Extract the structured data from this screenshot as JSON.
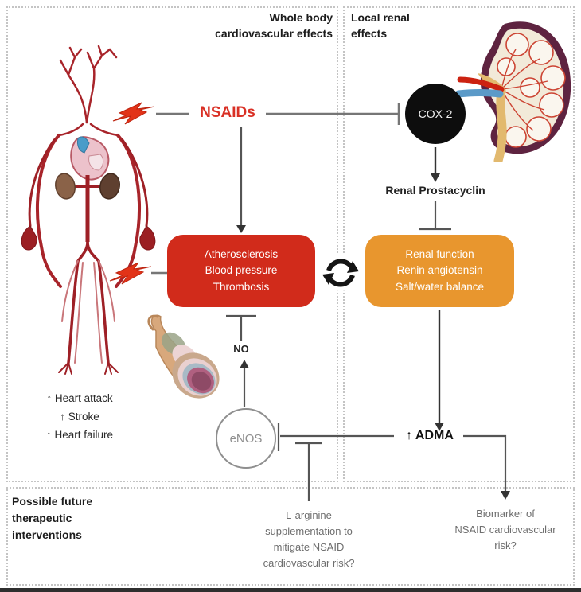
{
  "figure": {
    "panel_cardio_header": [
      "Whole body",
      "cardiovascular effects"
    ],
    "panel_renal_header": [
      "Local renal",
      "effects"
    ],
    "panel_future_header": [
      "Possible future",
      "therapeutic",
      "interventions"
    ]
  },
  "nodes": {
    "nsaids_label": "NSAIDs",
    "cox2_label": "COX-2",
    "renal_prostacyclin_label": "Renal Prostacyclin",
    "no_label": "NO",
    "enos_label": "eNOS",
    "adma_label": "↑ ADMA",
    "cardio_box_lines": [
      "Atherosclerosis",
      "Blood pressure",
      "Thrombosis"
    ],
    "renal_box_lines": [
      "Renal function",
      "Renin angiotensin",
      "Salt/water balance"
    ],
    "outcomes_lines": [
      "↑ Heart attack",
      "↑ Stroke",
      "↑ Heart failure"
    ],
    "l_arginine_lines": [
      "L-arginine",
      "supplementation to",
      "mitigate NSAID",
      "cardiovascular risk?"
    ],
    "biomarker_lines": [
      "Biomarker of",
      "NSAID cardiovascular",
      "risk?"
    ]
  },
  "colors": {
    "cardio_box_bg": "#d12b1b",
    "renal_box_bg": "#e8962e",
    "nsaids_text": "#d93025",
    "cox2_circle_bg": "#0d0d0d",
    "cox2_text": "#f2f2f2",
    "enos_text": "#8f8f8f",
    "lightning_bolt": "#e23318",
    "box_text": "#ffffff"
  },
  "icons": {
    "lightning_bolt": "lightning-bolt",
    "cycle_arrows": "cycle-arrows",
    "body_vasculature": "human-vasculature-illustration",
    "kidney": "kidney-illustration",
    "blood_vessel": "blood-vessel-illustration"
  }
}
